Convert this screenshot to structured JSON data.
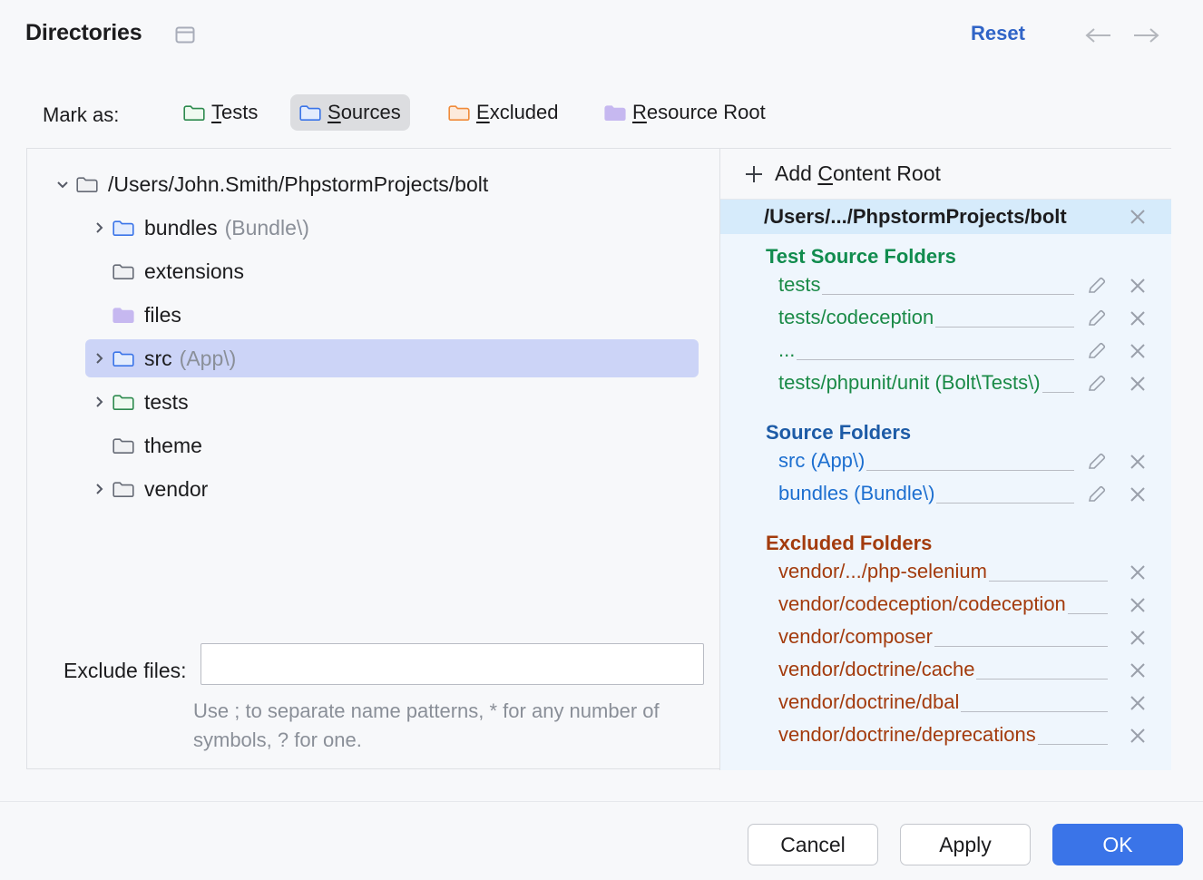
{
  "header": {
    "title": "Directories",
    "module_icon": "module-icon",
    "reset_label": "Reset",
    "back_icon": "arrow-left-icon",
    "forward_icon": "arrow-right-icon"
  },
  "mark_as": {
    "label": "Mark as:",
    "options": [
      {
        "label": "Tests",
        "mnemonic": "T",
        "icon": "folder-tests-icon",
        "selected": false,
        "stroke": "#2d8a4e",
        "fill": "#effaf0"
      },
      {
        "label": "Sources",
        "mnemonic": "S",
        "icon": "folder-sources-icon",
        "selected": true,
        "stroke": "#3a74e8",
        "fill": "#e3ecfd"
      },
      {
        "label": "Excluded",
        "mnemonic": "E",
        "icon": "folder-excluded-icon",
        "selected": false,
        "stroke": "#f08b3a",
        "fill": "#fdeadb"
      },
      {
        "label": "Resource Root",
        "mnemonic": "R",
        "icon": "folder-resource-icon",
        "selected": false,
        "stroke": "#c6b8f0",
        "fill": "#c6b8f0"
      }
    ]
  },
  "tree": {
    "rows": [
      {
        "name": "/Users/John.Smith/PhpstormProjects/bolt",
        "suffix": "",
        "depth": 0,
        "twisty": "expanded",
        "icon": "folder-plain-icon",
        "selected": false
      },
      {
        "name": "bundles",
        "suffix": "(Bundle\\)",
        "depth": 1,
        "twisty": "collapsed",
        "icon": "folder-sources-icon",
        "selected": false
      },
      {
        "name": "extensions",
        "suffix": "",
        "depth": 1,
        "twisty": "none",
        "icon": "folder-plain-icon",
        "selected": false
      },
      {
        "name": "files",
        "suffix": "",
        "depth": 1,
        "twisty": "none",
        "icon": "folder-resource-icon",
        "selected": false
      },
      {
        "name": "src",
        "suffix": "(App\\)",
        "depth": 1,
        "twisty": "collapsed",
        "icon": "folder-sources-icon",
        "selected": true
      },
      {
        "name": "tests",
        "suffix": "",
        "depth": 1,
        "twisty": "collapsed",
        "icon": "folder-tests-icon",
        "selected": false
      },
      {
        "name": "theme",
        "suffix": "",
        "depth": 1,
        "twisty": "none",
        "icon": "folder-plain-icon",
        "selected": false
      },
      {
        "name": "vendor",
        "suffix": "",
        "depth": 1,
        "twisty": "collapsed",
        "icon": "folder-plain-icon",
        "selected": false
      }
    ]
  },
  "exclude_files": {
    "label": "Exclude files:",
    "value": "",
    "placeholder": "",
    "hint": "Use ; to separate name patterns, * for any number of symbols, ? for one."
  },
  "content_roots": {
    "add_label": "Add Content Root",
    "add_mnemonic": "C",
    "add_icon": "plus-icon",
    "root_path": "/Users/.../PhpstormProjects/bolt",
    "root_remove_icon": "close-icon",
    "sections": [
      {
        "title": "Test Source Folders",
        "kind": "test",
        "items": [
          {
            "label": "tests",
            "has_edit": true
          },
          {
            "label": "tests/codeception",
            "has_edit": true
          },
          {
            "label": "...",
            "has_edit": true
          },
          {
            "label": "tests/phpunit/unit (Bolt\\Tests\\)",
            "has_edit": true
          }
        ]
      },
      {
        "title": "Source Folders",
        "kind": "source",
        "items": [
          {
            "label": "src (App\\)",
            "has_edit": true
          },
          {
            "label": "bundles (Bundle\\)",
            "has_edit": true
          }
        ]
      },
      {
        "title": "Excluded Folders",
        "kind": "excluded",
        "items": [
          {
            "label": "vendor/.../php-selenium",
            "has_edit": false
          },
          {
            "label": "vendor/codeception/codeception",
            "has_edit": false
          },
          {
            "label": "vendor/composer",
            "has_edit": false
          },
          {
            "label": "vendor/doctrine/cache",
            "has_edit": false
          },
          {
            "label": "vendor/doctrine/dbal",
            "has_edit": false
          },
          {
            "label": "vendor/doctrine/deprecations",
            "has_edit": false
          }
        ]
      }
    ],
    "edit_icon": "pencil-icon",
    "remove_icon": "close-icon"
  },
  "footer": {
    "cancel_label": "Cancel",
    "apply_label": "Apply",
    "ok_label": "OK"
  },
  "colors": {
    "accent": "#3a74e8",
    "reset_link": "#3064c7",
    "test_green": "#118c4e",
    "source_blue": "#1d5ba6",
    "excluded_red": "#a33b0d",
    "selection_tree": "#ccd4f7",
    "selection_root": "#d6ebfb",
    "right_panel_bg": "#eff6fd"
  }
}
